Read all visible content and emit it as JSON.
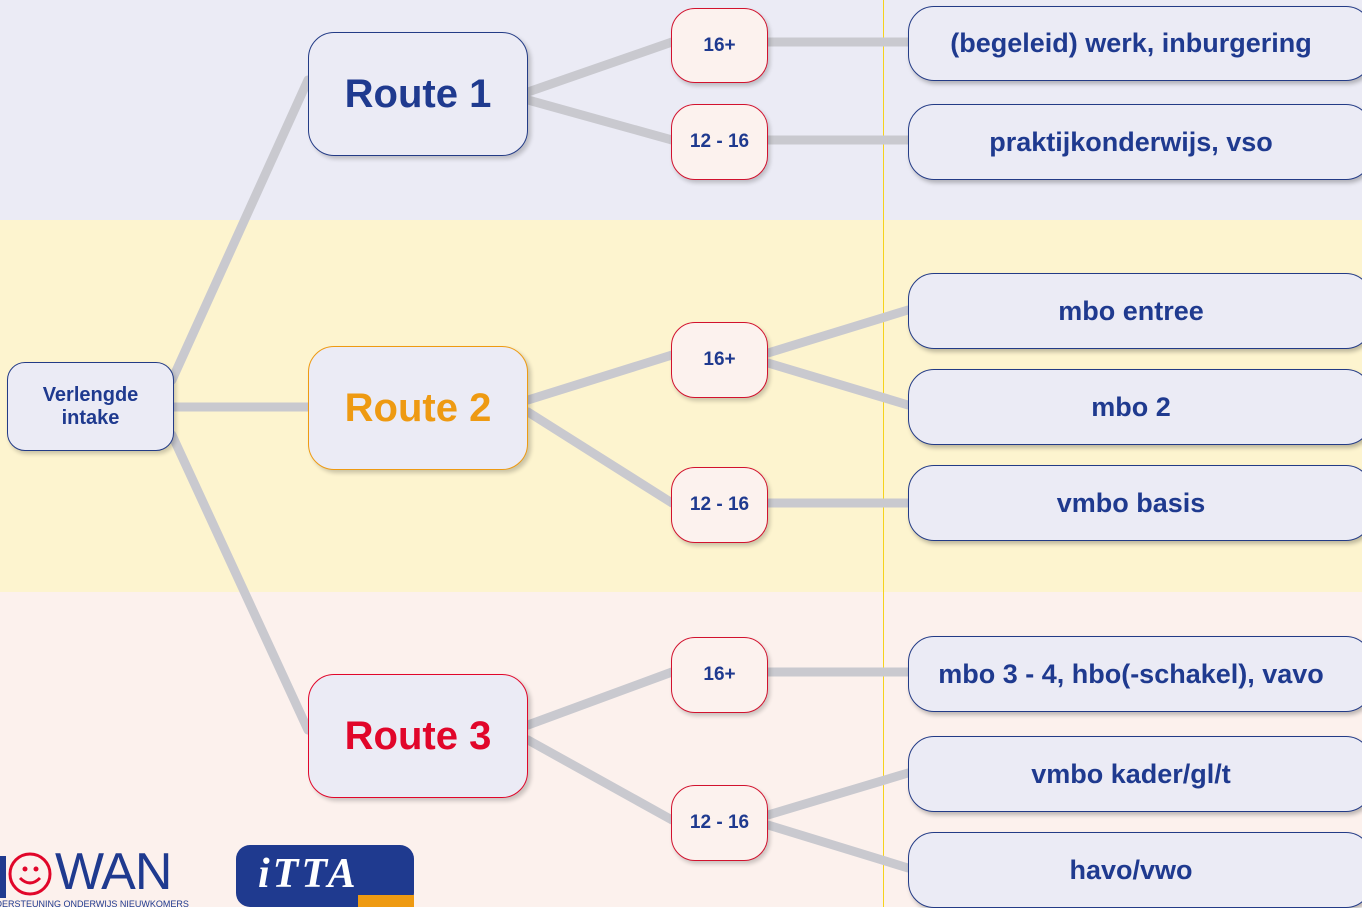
{
  "start": {
    "label": "Verlengde intake"
  },
  "routes": [
    {
      "label": "Route 1",
      "color": "#1f3a8f"
    },
    {
      "label": "Route 2",
      "color": "#ee9a12"
    },
    {
      "label": "Route 3",
      "color": "#e1062a"
    }
  ],
  "ages": {
    "r1_a": "16+",
    "r1_b": "12 - 16",
    "r2_a": "16+",
    "r2_b": "12 - 16",
    "r3_a": "16+",
    "r3_b": "12 - 16"
  },
  "destinations": {
    "d1": "(begeleid) werk, inburgering",
    "d2": "praktijkonderwijs, vso",
    "d3": "mbo entree",
    "d4": "mbo 2",
    "d5": "vmbo basis",
    "d6": "mbo 3 - 4, hbo(-schakel), vavo",
    "d7": "vmbo kader/gl/t",
    "d8": "havo/vwo"
  },
  "logos": {
    "lowan": {
      "name": "WAN",
      "tagline": "ONDERSTEUNING ONDERWIJS NIEUWKOMERS"
    },
    "itta": {
      "name": "iTTA"
    }
  },
  "colors": {
    "navy": "#1f3a8f",
    "orange": "#ee9a12",
    "red": "#e1062a",
    "band1": "#ebebf5",
    "band2": "#fdf4cf",
    "band3": "#fcf1ed",
    "connector": "#c9c9cf"
  }
}
